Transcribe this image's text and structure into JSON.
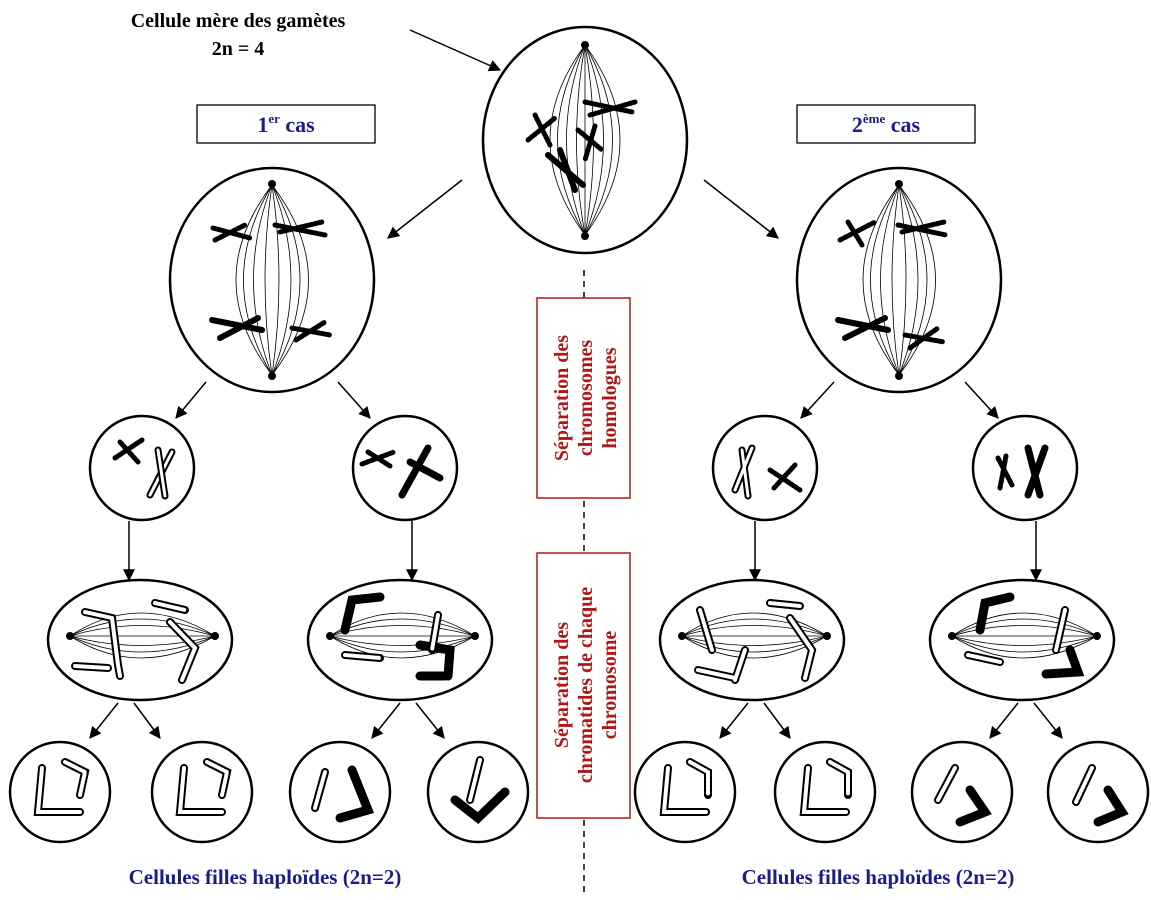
{
  "title": {
    "line1": "Cellule mère des gamètes",
    "line2": "2n = 4"
  },
  "case1": {
    "prefix": "1",
    "sup": "er",
    "suffix": " cas"
  },
  "case2": {
    "prefix": "2",
    "sup": "ème",
    "suffix": " cas"
  },
  "box_homologues": {
    "lines": [
      "Séparation des",
      "chromosomes",
      "homologues"
    ]
  },
  "box_chromatides": {
    "lines": [
      "Séparation des",
      "chromatides de chaque",
      "chromosome"
    ]
  },
  "caption_left": "Cellules filles haploïdes (2n=2)",
  "caption_right": "Cellules filles haploïdes (2n=2)",
  "colors": {
    "case_label": "#1c1c8c",
    "box_text": "#b01818",
    "box_border": "#b01818",
    "caption": "#1c1c8c",
    "ink": "#000000"
  }
}
